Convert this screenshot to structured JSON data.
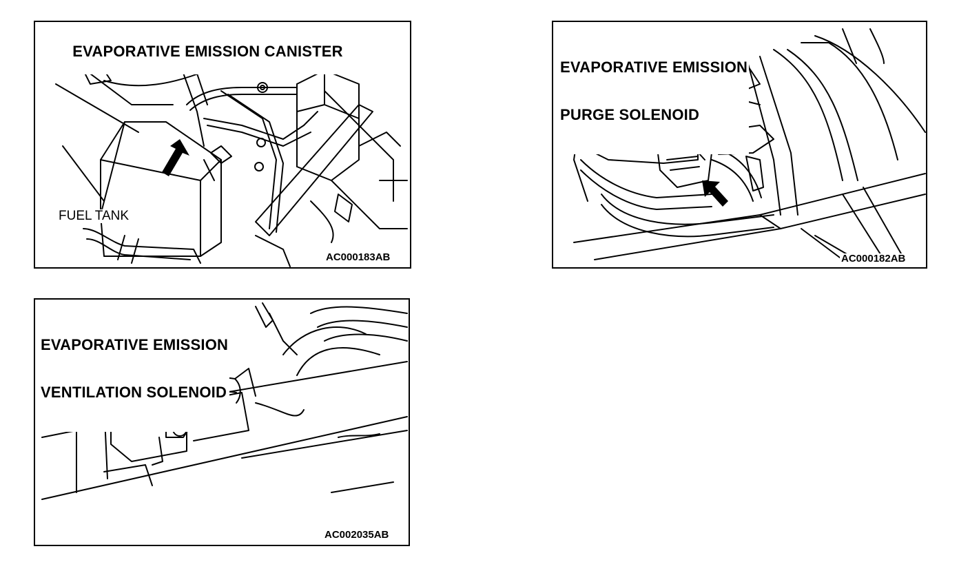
{
  "panels": [
    {
      "id": "canister",
      "title_lines": [
        "EVAPORATIVE EMISSION CANISTER"
      ],
      "code": "AC000183AB",
      "labels": [
        "FUEL TANK"
      ]
    },
    {
      "id": "purge-solenoid",
      "title_lines": [
        "EVAPORATIVE EMISSION",
        "PURGE SOLENOID"
      ],
      "code": "AC000182AB",
      "labels": []
    },
    {
      "id": "ventilation-solenoid",
      "title_lines": [
        "EVAPORATIVE EMISSION",
        "VENTILATION SOLENOID"
      ],
      "code": "AC002035AB",
      "labels": []
    }
  ],
  "icons": {
    "arrow": "locator-arrow-icon"
  }
}
